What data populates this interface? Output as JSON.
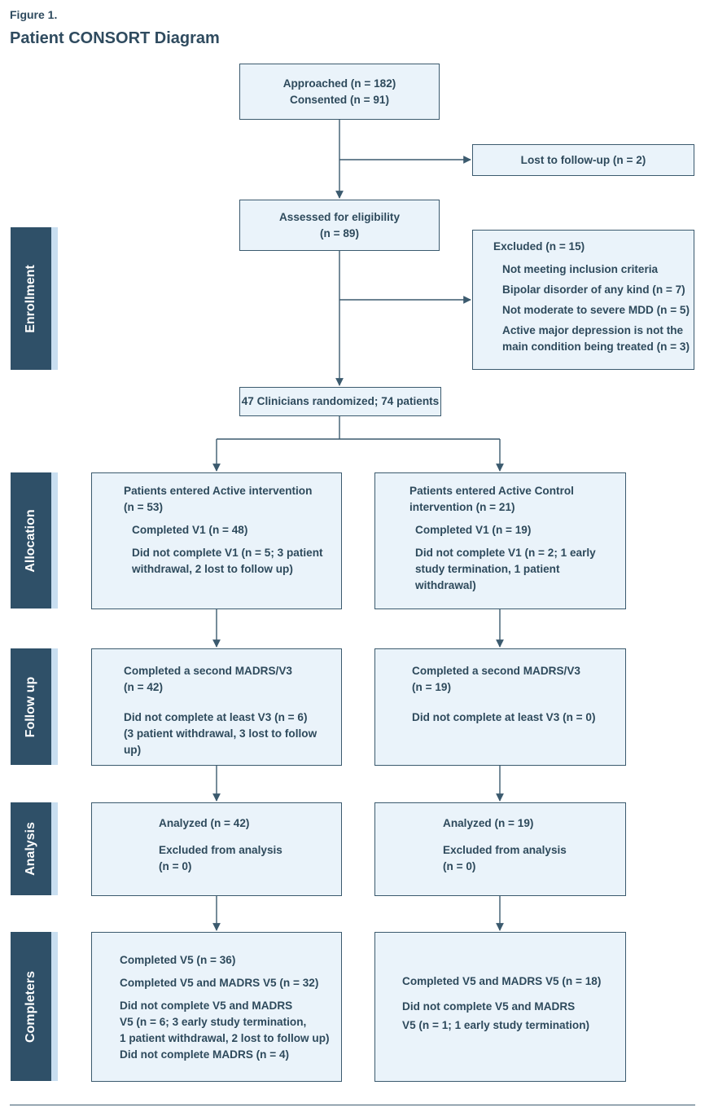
{
  "figure": {
    "label": "Figure 1.",
    "title": "Patient CONSORT Diagram"
  },
  "stages": [
    "Enrollment",
    "Allocation",
    "Follow up",
    "Analysis",
    "Completers"
  ],
  "boxes": {
    "approached": {
      "line1": "Approached (n = 182)",
      "line2": "Consented (n = 91)"
    },
    "lost_followup": "Lost to follow-up (n = 2)",
    "eligibility": {
      "line1": "Assessed for eligibility",
      "line2": "(n = 89)"
    },
    "excluded": {
      "header": "Excluded (n = 15)",
      "items": [
        "Not meeting inclusion criteria",
        "Bipolar disorder of any kind (n = 7)",
        "Not moderate to severe MDD (n = 5)",
        "Active major depression is not the",
        "main condition being treated (n = 3)"
      ]
    },
    "randomized": "47 Clinicians randomized; 74 patients",
    "alloc_left": {
      "line1": "Patients entered Active intervention",
      "line2": "(n = 53)",
      "line3": "Completed V1 (n = 48)",
      "line4": "Did not complete V1 (n = 5; 3 patient",
      "line5": "withdrawal, 2 lost to follow up)"
    },
    "alloc_right": {
      "line1": "Patients entered Active Control",
      "line2": "intervention (n = 21)",
      "line3": "Completed V1 (n = 19)",
      "line4": "Did not complete V1 (n = 2; 1 early",
      "line5": "study termination, 1 patient",
      "line6": "withdrawal)"
    },
    "follow_left": {
      "line1": "Completed a second MADRS/V3",
      "line2": "(n = 42)",
      "line3": "Did not complete at least V3 (n = 6)",
      "line4": "(3 patient withdrawal, 3 lost to follow",
      "line5": "up)"
    },
    "follow_right": {
      "line1": "Completed a second MADRS/V3",
      "line2": "(n = 19)",
      "line3": "Did not complete at least V3 (n = 0)"
    },
    "analysis_left": {
      "line1": "Analyzed (n = 42)",
      "line2": "Excluded from analysis",
      "line3": "(n = 0)"
    },
    "analysis_right": {
      "line1": "Analyzed (n = 19)",
      "line2": "Excluded from analysis",
      "line3": "(n = 0)"
    },
    "comp_left": {
      "line1": "Completed V5 (n = 36)",
      "line2": "Completed V5 and MADRS V5 (n = 32)",
      "line3": "Did not complete V5 and MADRS",
      "line4": "V5 (n = 6; 3 early study termination,",
      "line5": "1 patient withdrawal, 2 lost to follow up)",
      "line6": "Did not complete MADRS (n = 4)"
    },
    "comp_right": {
      "line1": "Completed V5 and MADRS V5 (n = 18)",
      "line2": "Did not complete V5 and MADRS",
      "line3": "V5 (n = 1; 1 early study termination)"
    }
  },
  "colors": {
    "box_fill": "#eaf3fa",
    "box_border": "#3b5a6e",
    "stage_fill": "#2f5068",
    "stage_accent": "#c8def0",
    "text": "#2e4a5c"
  }
}
